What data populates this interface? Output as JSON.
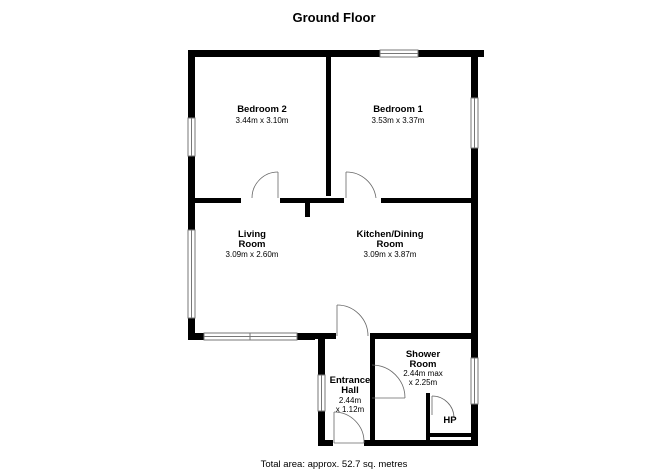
{
  "title": "Ground Floor",
  "rooms": {
    "bedroom2": {
      "name": [
        "Bedroom 2"
      ],
      "dims": [
        "3.44m x 3.10m"
      ]
    },
    "bedroom1": {
      "name": [
        "Bedroom 1"
      ],
      "dims": [
        "3.53m x 3.37m"
      ]
    },
    "living": {
      "name": [
        "Living",
        "Room"
      ],
      "dims": [
        "3.09m x 2.60m"
      ]
    },
    "kitchen": {
      "name": [
        "Kitchen/Dining",
        "Room"
      ],
      "dims": [
        "3.09m x 3.87m"
      ]
    },
    "shower": {
      "name": [
        "Shower",
        "Room"
      ],
      "dims": [
        "2.44m max",
        "x 2.25m"
      ]
    },
    "entrance": {
      "name": [
        "Entrance",
        "Hall"
      ],
      "dims": [
        "2.44m",
        "x 1.12m"
      ]
    },
    "cupboard": {
      "name": [
        "HP"
      ]
    }
  },
  "footer": "Total area: approx. 52.7 sq. metres"
}
